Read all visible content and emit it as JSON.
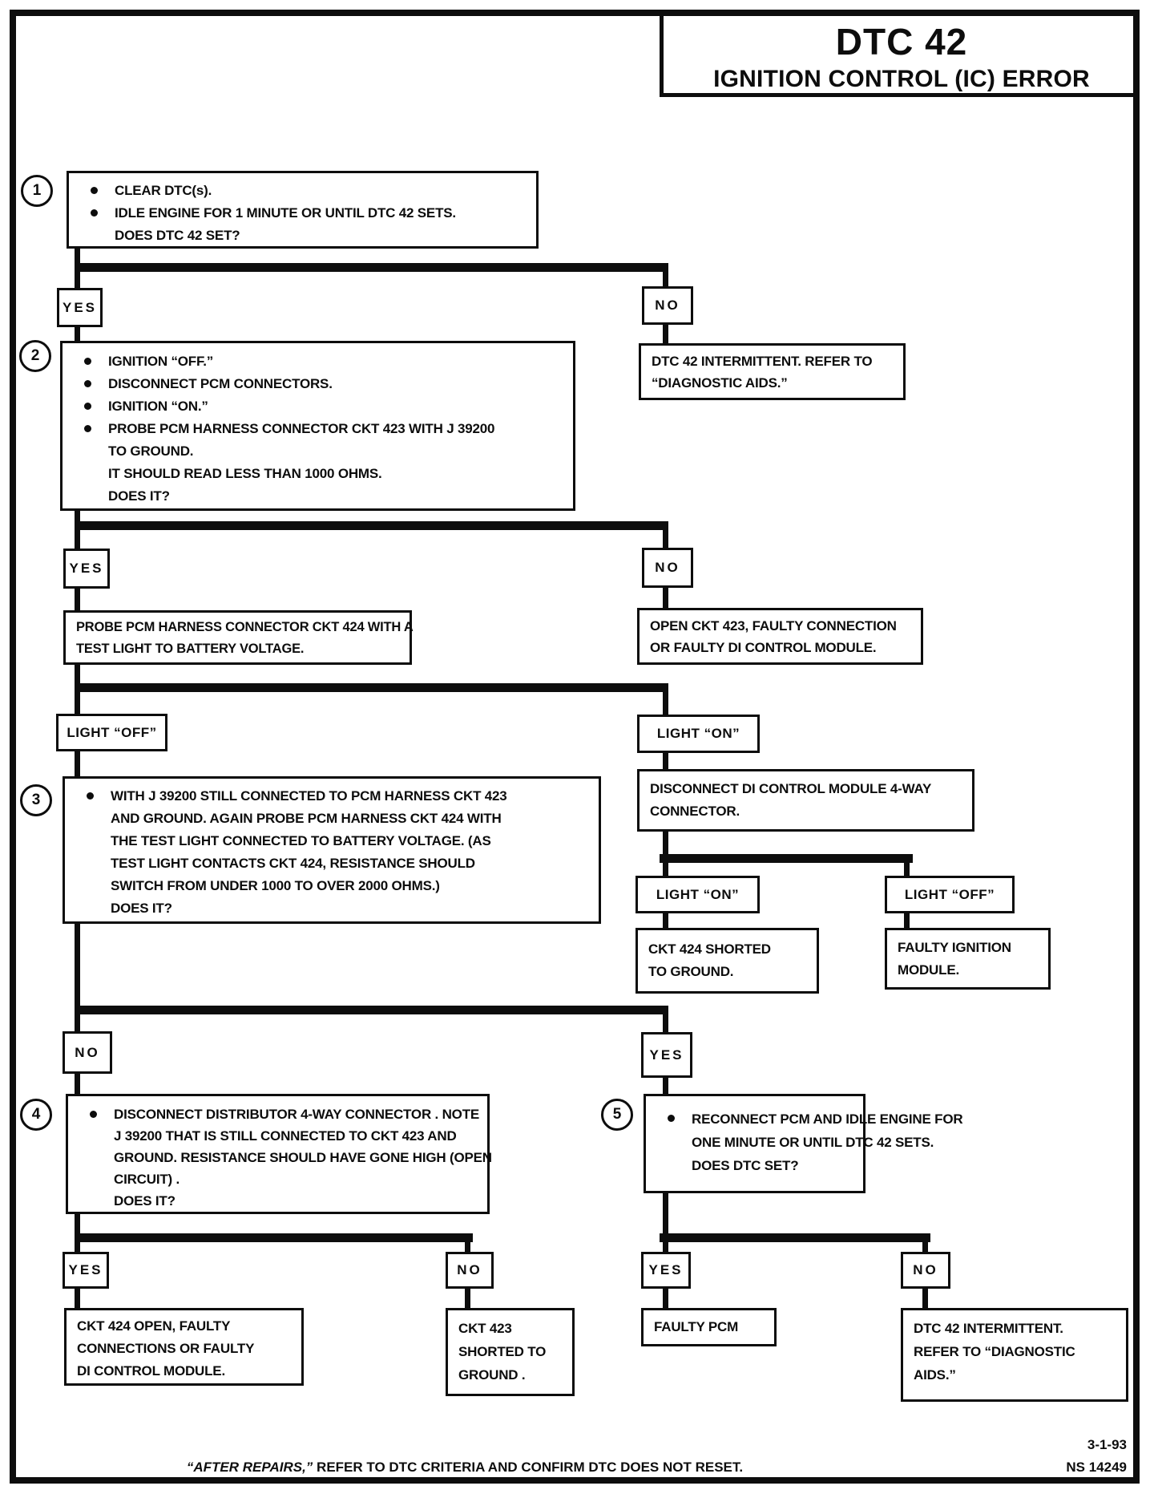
{
  "title": {
    "l1": "DTC 42",
    "l2": "IGNITION CONTROL (IC) ERROR"
  },
  "labels": {
    "yes": "YES",
    "no": "NO",
    "light_on": "LIGHT “ON”",
    "light_off": "LIGHT “OFF”",
    "n1": "1",
    "n2": "2",
    "n3": "3",
    "n4": "4",
    "n5": "5"
  },
  "s1": {
    "b0": "CLEAR DTC(s).",
    "b1": "IDLE ENGINE FOR 1 MINUTE OR UNTIL DTC 42 SETS.",
    "t0": "DOES DTC 42 SET?"
  },
  "s2": {
    "b0": "IGNITION “OFF.”",
    "b1": "DISCONNECT PCM CONNECTORS.",
    "b2": "IGNITION “ON.”",
    "b3": "PROBE PCM HARNESS CONNECTOR CKT 423  WITH J 39200",
    "t0": "TO GROUND.",
    "t1": "IT SHOULD READ LESS THAN 1000 OHMS.",
    "t2": "DOES IT?"
  },
  "probe424": {
    "l0": "PROBE PCM HARNESS CONNECTOR CKT 424 WITH A",
    "l1": "TEST LIGHT TO BATTERY VOLTAGE."
  },
  "s3": {
    "b0": "WITH J 39200 STILL CONNECTED TO PCM HARNESS CKT 423",
    "t0": "AND GROUND.  AGAIN PROBE PCM HARNESS CKT 424 WITH",
    "t1": "THE TEST LIGHT CONNECTED TO BATTERY VOLTAGE.  (AS",
    "t2": "TEST LIGHT CONTACTS CKT 424, RESISTANCE SHOULD",
    "t3": "SWITCH FROM UNDER 1000 TO OVER 2000 OHMS.)",
    "t4": "DOES IT?"
  },
  "disc": {
    "l0": "DISCONNECT DI CONTROL MODULE 4-WAY",
    "l1": "CONNECTOR."
  },
  "s4": {
    "b0": "DISCONNECT DISTRIBUTOR 4-WAY CONNECTOR .  NOTE",
    "t0": "J 39200 THAT IS STILL CONNECTED TO CKT 423  AND",
    "t1": "GROUND. RESISTANCE SHOULD HAVE GONE HIGH (OPEN",
    "t2": "CIRCUIT) .",
    "t3": "DOES IT?"
  },
  "s5": {
    "b0": "RECONNECT PCM AND IDLE ENGINE FOR",
    "t0": "ONE MINUTE OR UNTIL DTC 42 SETS.",
    "t1": "DOES DTC SET?"
  },
  "r_int_top": {
    "l0": "DTC 42 INTERMITTENT.  REFER TO",
    "l1": "“DIAGNOSTIC AIDS.”"
  },
  "r_open423": {
    "l0": "OPEN CKT 423, FAULTY CONNECTION",
    "l1": "OR FAULTY DI CONTROL MODULE."
  },
  "r_424short": {
    "l0": "CKT 424  SHORTED",
    "l1": "TO GROUND."
  },
  "r_faultyign": {
    "l0": "FAULTY IGNITION",
    "l1": "MODULE."
  },
  "r_424open": {
    "l0": "CKT 424 OPEN, FAULTY",
    "l1": "CONNECTIONS OR FAULTY",
    "l2": "DI CONTROL MODULE."
  },
  "r_423short": {
    "l0": "CKT 423",
    "l1": "SHORTED TO",
    "l2": "GROUND ."
  },
  "r_faultypcm": {
    "l0": "FAULTY PCM"
  },
  "r_int_bot": {
    "l0": "DTC 42 INTERMITTENT.",
    "l1": "REFER TO “DIAGNOSTIC",
    "l2": "AIDS.”"
  },
  "footer": {
    "em": "“AFTER REPAIRS,”",
    "text": "REFER TO DTC CRITERIA  AND CONFIRM DTC DOES NOT RESET."
  },
  "corner": {
    "date": "3-1-93",
    "code": "NS 14249"
  }
}
